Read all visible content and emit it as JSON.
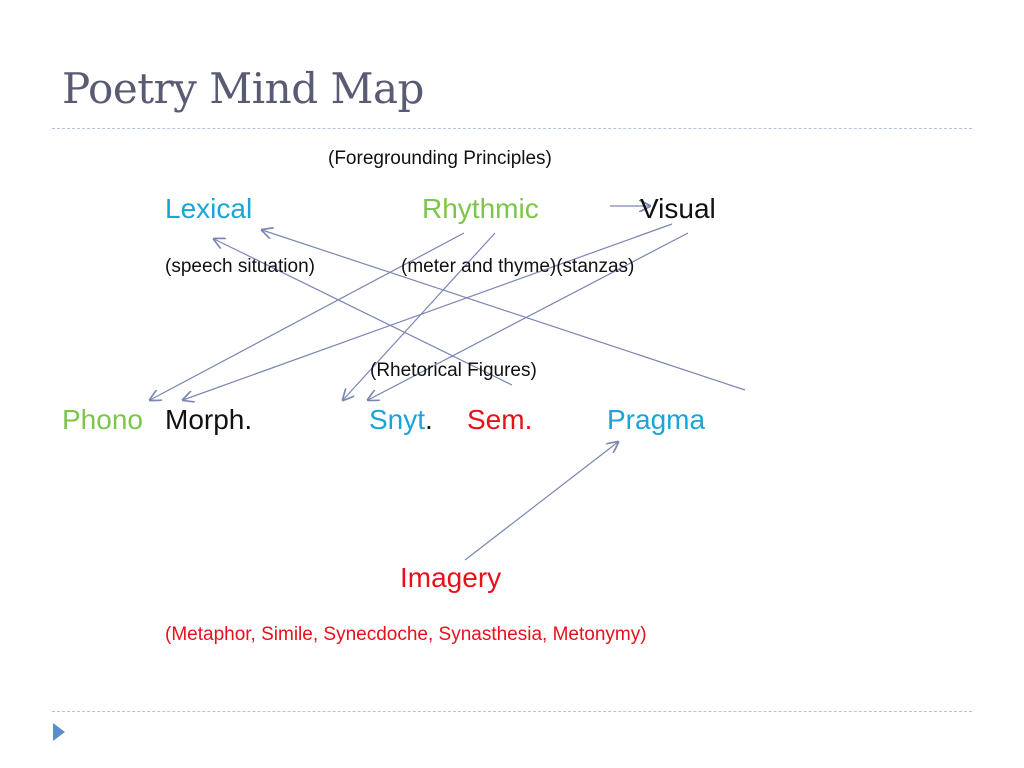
{
  "slide": {
    "title": "Poetry Mind Map",
    "foregrounding": "(Foregrounding Principles)",
    "lexical": "Lexical",
    "rhythmic": "Rhythmic",
    "visual": "Visual",
    "speech_situation": "(speech situation)",
    "meter_stanzas": "(meter and thyme)(stanzas)",
    "rhetorical_figures": "(Rhetorical Figures)",
    "phono": "Phono",
    "morph": "Morph.",
    "synt": "Snyt",
    "synt_dot": ".",
    "sem": "Sem.",
    "pragma": "Pragma",
    "imagery": "Imagery",
    "imagery_examples": "(Metaphor, Simile, Synecdoche, Synasthesia, Metonymy)"
  },
  "colors": {
    "title": "#595a73",
    "blue": "#1aa5d8",
    "green": "#7dc64a",
    "red": "#e8101a",
    "arrow": "#7b86b3",
    "rule": "#b9c3d6"
  }
}
